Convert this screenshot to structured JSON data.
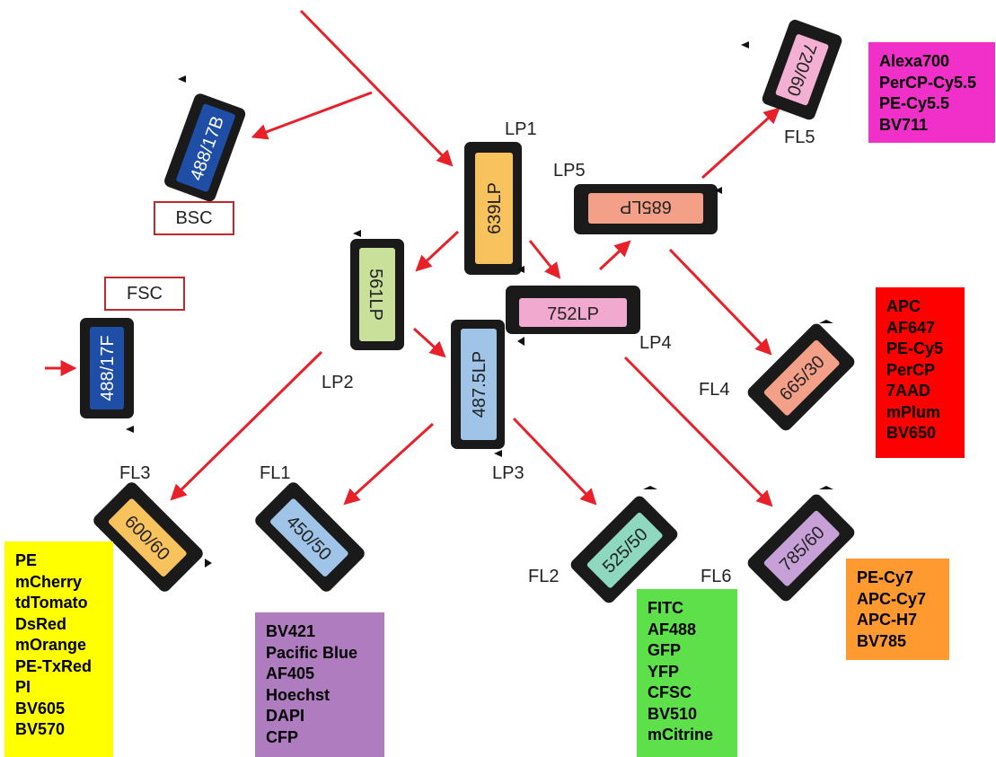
{
  "filters": {
    "f488_17B": {
      "text": "488/17B",
      "color": "#1e4ea6"
    },
    "f488_17F": {
      "text": "488/17F",
      "color": "#1e4ea6"
    },
    "f639LP": {
      "text": "639LP",
      "color": "#f8c25c"
    },
    "f561LP": {
      "text": "561LP",
      "color": "#c8e09a"
    },
    "f487_5LP": {
      "text": "487.5LP",
      "color": "#9fc4e8"
    },
    "f752LP": {
      "text": "752LP",
      "color": "#f2a9cf"
    },
    "f685LP": {
      "text": "685LP",
      "color": "#f4a088"
    },
    "f720_60": {
      "text": "720/60",
      "color": "#f4b0d2"
    },
    "f665_30": {
      "text": "665/30",
      "color": "#f4a088"
    },
    "f785_60": {
      "text": "785/60",
      "color": "#c8a0d8"
    },
    "f525_50": {
      "text": "525/50",
      "color": "#8ed8c0"
    },
    "f450_50": {
      "text": "450/50",
      "color": "#9fc4e8"
    },
    "f600_60": {
      "text": "600/60",
      "color": "#f8c25c"
    }
  },
  "labels": {
    "lp1": "LP1",
    "lp2": "LP2",
    "lp3": "LP3",
    "lp4": "LP4",
    "lp5": "LP5",
    "fl1": "FL1",
    "fl2": "FL2",
    "fl3": "FL3",
    "fl4": "FL4",
    "fl5": "FL5",
    "fl6": "FL6",
    "bsc": "BSC",
    "fsc": "FSC"
  },
  "fluorochrome_lists": {
    "fl5": {
      "color": "#f030c8",
      "items": [
        "Alexa700",
        "PerCP-Cy5.5",
        "PE-Cy5.5",
        "BV711"
      ]
    },
    "fl4": {
      "color": "#ff0000",
      "items": [
        "APC",
        "AF647",
        "PE-Cy5",
        "PerCP",
        "7AAD",
        "mPlum",
        "BV650"
      ]
    },
    "fl6": {
      "color": "#ff9a30",
      "items": [
        "PE-Cy7",
        "APC-Cy7",
        "APC-H7",
        "BV785"
      ]
    },
    "fl2": {
      "color": "#5de04a",
      "items": [
        "FITC",
        "AF488",
        "GFP",
        "YFP",
        "CFSC",
        "BV510",
        "mCitrine"
      ]
    },
    "fl1": {
      "color": "#b07cc0",
      "items": [
        "BV421",
        "Pacific Blue",
        "AF405",
        "Hoechst",
        "DAPI",
        "CFP"
      ]
    },
    "fl3": {
      "color": "#ffff00",
      "items": [
        "PE",
        "mCherry",
        "tdTomato",
        "DsRed",
        "mOrange",
        "PE-TxRed",
        "PI",
        "BV605",
        "BV570"
      ]
    }
  },
  "colors": {
    "arrow": "#e8202a",
    "holder": "#1a1a1a",
    "label_border": "#c0282e"
  }
}
